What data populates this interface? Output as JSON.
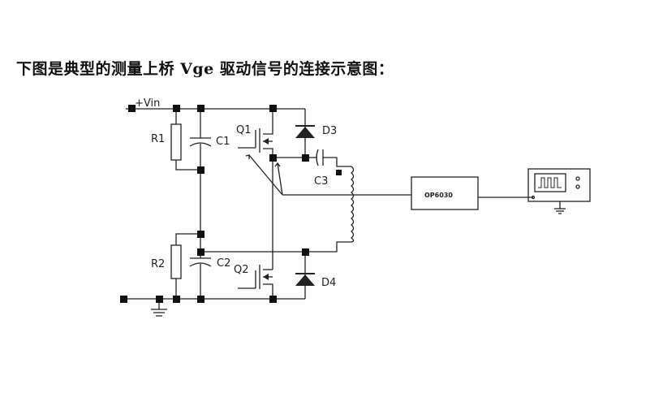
{
  "heading": "下图是典型的测量上桥 Vge 驱动信号的连接示意图：",
  "circuit": {
    "supply_label": "+Vin",
    "r1": "R1",
    "r2": "R2",
    "c1": "C1",
    "c2": "C2",
    "c3": "C3",
    "q1": "Q1",
    "q2": "Q2",
    "d3": "D3",
    "d4": "D4",
    "probe_box": "OP6030"
  }
}
